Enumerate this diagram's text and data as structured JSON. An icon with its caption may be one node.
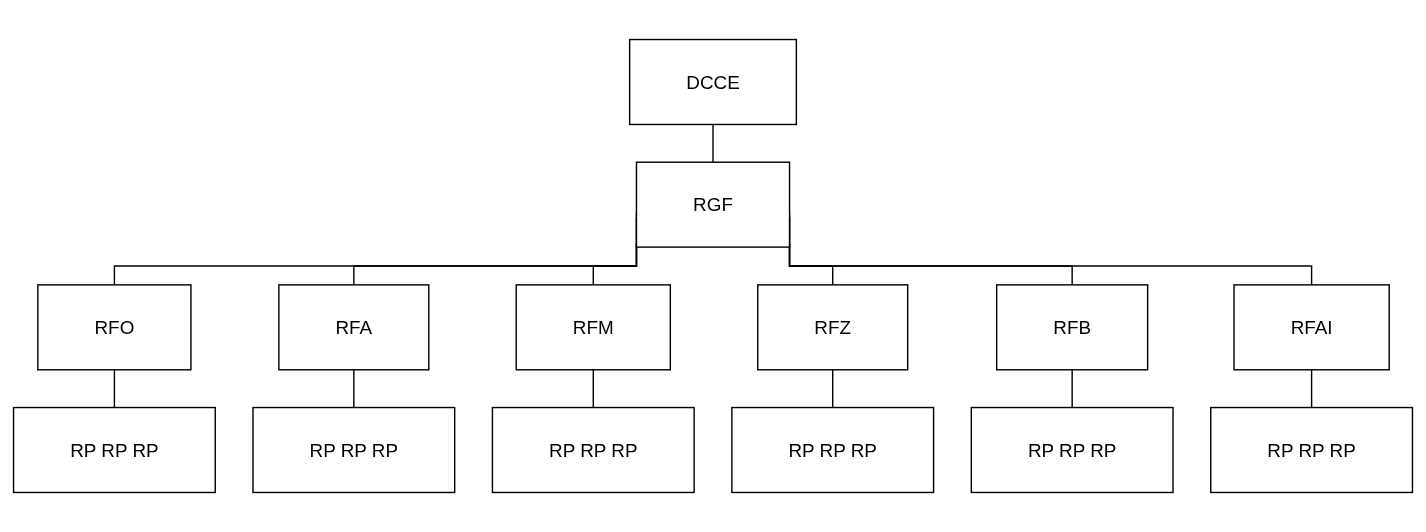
{
  "diagram": {
    "nodes": [
      {
        "text": [
          "DCCE"
        ]
      },
      {
        "text": [
          "RGF"
        ]
      },
      {
        "text": [
          "RFO"
        ]
      },
      {
        "text": [
          "RFA"
        ]
      },
      {
        "text": [
          "RFM"
        ]
      },
      {
        "text": [
          "RFZ"
        ]
      },
      {
        "text": [
          "RFB"
        ]
      },
      {
        "text": [
          "RFAI"
        ]
      },
      {
        "text": [
          "RP RP RP"
        ]
      },
      {
        "text": [
          "RP RP RP"
        ]
      },
      {
        "text": [
          "RP RP RP"
        ]
      },
      {
        "text": [
          "RP RP RP"
        ]
      },
      {
        "text": [
          "RP RP RP"
        ]
      },
      {
        "text": [
          "RP RP RP"
        ]
      }
    ],
    "edges": [
      {
        "from": 0,
        "to": 1,
        "arrow": "none"
      },
      {
        "from": 1,
        "to": 2,
        "arrow": "none"
      },
      {
        "from": 1,
        "to": 3,
        "arrow": "none"
      },
      {
        "from": 1,
        "to": 4,
        "arrow": "none"
      },
      {
        "from": 1,
        "to": 5,
        "arrow": "none"
      },
      {
        "from": 1,
        "to": 6,
        "arrow": "none"
      },
      {
        "from": 1,
        "to": 7,
        "arrow": "none"
      },
      {
        "from": 2,
        "to": 8,
        "arrow": "none"
      },
      {
        "from": 3,
        "to": 9,
        "arrow": "none"
      },
      {
        "from": 4,
        "to": 10,
        "arrow": "none"
      },
      {
        "from": 5,
        "to": 11,
        "arrow": "none"
      },
      {
        "from": 6,
        "to": 12,
        "arrow": "none"
      },
      {
        "from": 7,
        "to": 13,
        "arrow": "none"
      }
    ]
  }
}
